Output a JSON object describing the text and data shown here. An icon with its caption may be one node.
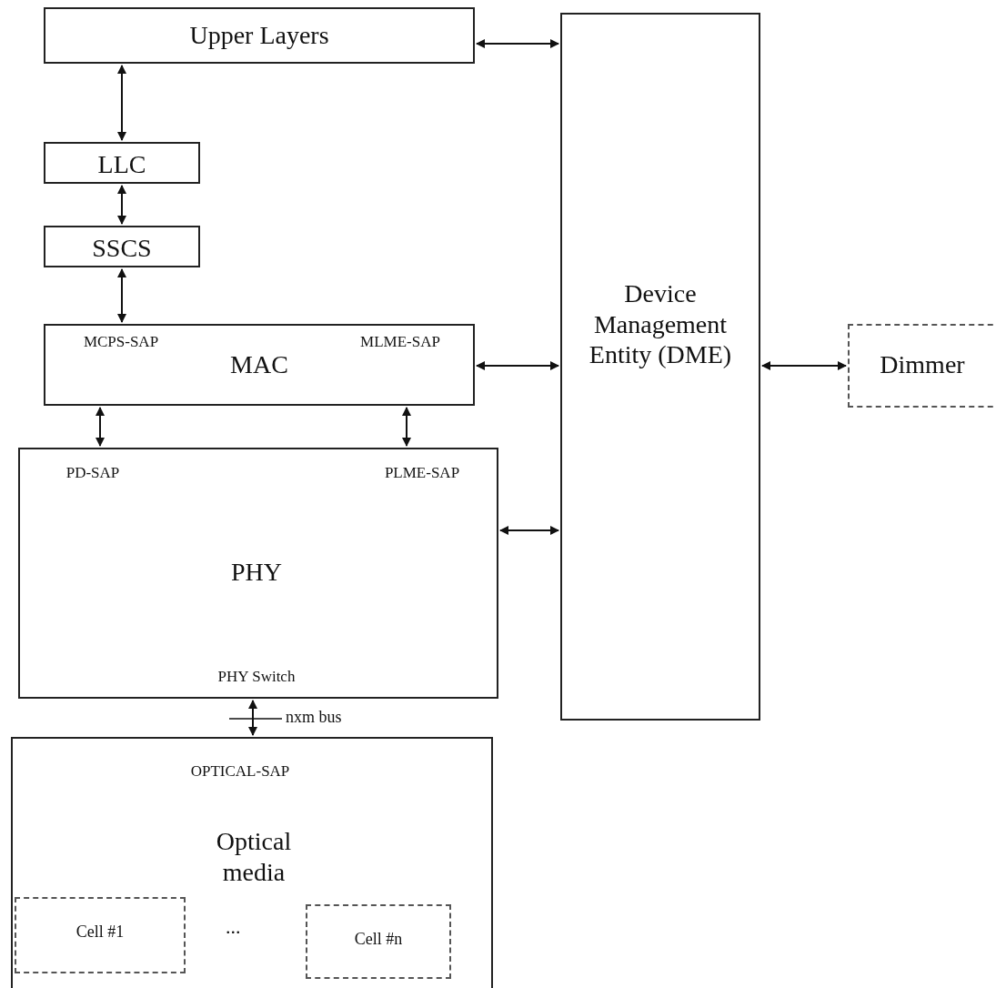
{
  "diagram": {
    "nodes": [
      {
        "text": [
          "Upper Layers"
        ]
      },
      {
        "text": [
          "LLC"
        ]
      },
      {
        "text": [
          "SSCS"
        ]
      },
      {
        "text": [
          "MCPS-SAP",
          "MAC",
          "MLME-SAP"
        ]
      },
      {
        "text": [
          "PD-SAP",
          "PLME-SAP",
          "PHY",
          "PHY Switch"
        ]
      },
      {
        "text": [
          "OPTICAL-SAP",
          "Optical media"
        ]
      },
      {
        "text": [
          "Cell #1"
        ],
        "in": 5
      },
      {
        "text": [
          "Cell #n"
        ],
        "in": 5
      },
      {
        "text": [
          "Device Management Entity (DME)"
        ]
      },
      {
        "text": [
          "Dimmer"
        ]
      }
    ],
    "edges": [
      {
        "from": 0,
        "to": 1,
        "arrow": "both"
      },
      {
        "from": 1,
        "to": 2,
        "arrow": "both"
      },
      {
        "from": 2,
        "to": 3,
        "arrow": "both"
      },
      {
        "from": 3,
        "to": 4,
        "arrow": "both"
      },
      {
        "from": 3,
        "to": 4,
        "arrow": "both"
      },
      {
        "from": 4,
        "to": 5,
        "arrow": "both"
      },
      {
        "from": 0,
        "to": 8,
        "arrow": "both"
      },
      {
        "from": 3,
        "to": 8,
        "arrow": "both"
      },
      {
        "from": 4,
        "to": 8,
        "arrow": "both"
      },
      {
        "from": 8,
        "to": 9,
        "arrow": "both"
      }
    ],
    "labels": [
      "nxm bus",
      "..."
    ]
  }
}
